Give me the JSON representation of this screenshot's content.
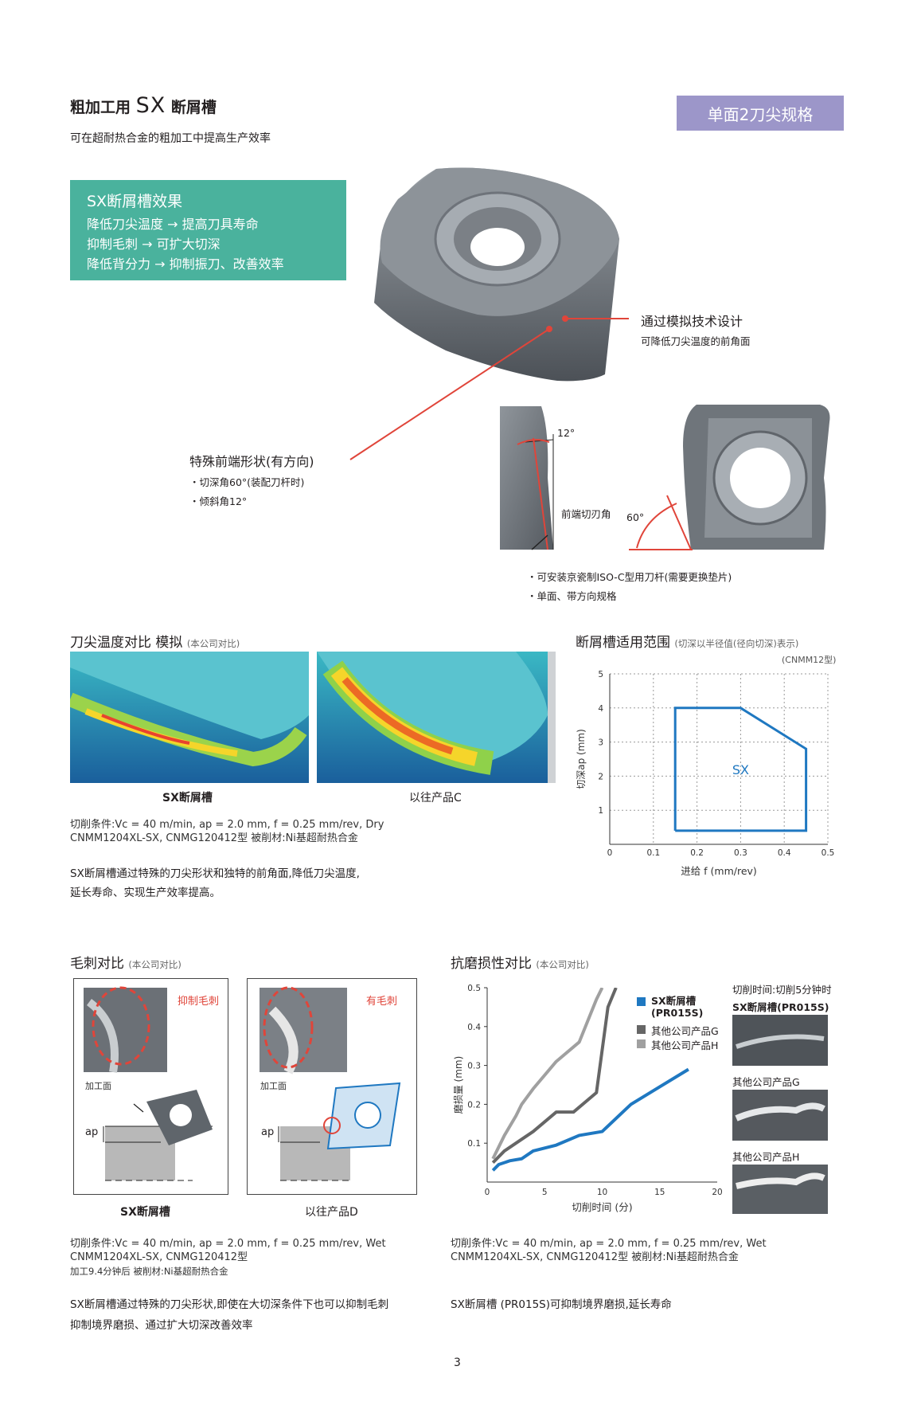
{
  "header": {
    "title_prefix": "粗加工用",
    "title_sx": "SX",
    "title_suffix": "断屑槽",
    "subtitle": "可在超耐热合金的粗加工中提高生产效率",
    "badge": "单面2刀尖规格"
  },
  "effects": {
    "title": "SX断屑槽效果",
    "lines": [
      "降低刀尖温度 → 提高刀具寿命",
      "抑制毛刺 → 可扩大切深",
      "降低背分力 → 抑制振刀、改善效率"
    ]
  },
  "callouts": {
    "sim_title": "通过模拟技术设计",
    "sim_sub": "可降低刀尖温度的前角面",
    "shape_title": "特殊前端形状(有方向)",
    "shape_items": [
      "・切深角60°(装配刀杆时)",
      "・倾斜角12°"
    ],
    "angle_12": "12°",
    "angle_60": "60°",
    "edge_label": "前端切刃角",
    "notes": [
      "・可安装京瓷制ISO-C型用刀杆(需要更换垫片)",
      "・单面、带方向规格"
    ]
  },
  "temp": {
    "title": "刀尖温度对比  模拟",
    "note": "(本公司对比)",
    "label_left": "SX断屑槽",
    "label_right": "以往产品C",
    "cond1": "切削条件:Vc = 40 m/min,  ap = 2.0 mm,   f = 0.25 mm/rev,  Dry",
    "cond2": "CNMM1204XL-SX,  CNMG120412型   被削材:Ni基超耐热合金",
    "desc1": "SX断屑槽通过特殊的刀尖形状和独特的前角面,降低刀尖温度,",
    "desc2": "延长寿命、实现生产效率提高。"
  },
  "burr": {
    "title": "毛刺对比",
    "note": "(本公司对比)",
    "left_tag": "抑制毛刺",
    "right_tag": "有毛刺",
    "workpiece": "加工面",
    "ap": "ap",
    "label_left": "SX断屑槽",
    "label_right": "以往产品D",
    "cond1": "切削条件:Vc = 40 m/min,  ap = 2.0 mm,   f = 0.25 mm/rev,  Wet",
    "cond2": "CNMM1204XL-SX,  CNMG120412型",
    "cond3": "加工9.4分钟后    被削材:Ni基超耐热合金",
    "desc1": "SX断屑槽通过特殊的刀尖形状,即使在大切深条件下也可以抑制毛刺",
    "desc2": "抑制境界磨损、通过扩大切深改善效率"
  },
  "wear": {
    "title": "抗磨损性对比",
    "note": "(本公司对比)",
    "cut_time_note": "切削时间:切削5分钟时",
    "photo_labels": [
      "SX断屑槽(PR015S)",
      "其他公司产品G",
      "其他公司产品H"
    ],
    "cond1": "切削条件:Vc = 40 m/min,  ap = 2.0 mm,   f = 0.25 mm/rev,  Wet",
    "cond2": "CNMM1204XL-SX,  CNMG120412型   被削材:Ni基超耐热合金",
    "desc": "SX断屑槽 (PR015S)可抑制境界磨损,延长寿命"
  },
  "page_number": "3",
  "colors": {
    "accent_red": "#e0453a",
    "blue": "#1f78c1",
    "purple": "#9c96c9",
    "green": "#4ab29d"
  },
  "chart_data": [
    {
      "type": "area",
      "title": "断屑槽适用范围",
      "subtitle": "(切深以半径值(径向切深)表示)",
      "model_note": "(CNMM12型)",
      "xlabel": "进给 f (mm/rev)",
      "ylabel": "切深ap (mm)",
      "xlim": [
        0,
        0.5
      ],
      "ylim": [
        0,
        5
      ],
      "xticks": [
        "0",
        "0.1",
        "0.2",
        "0.3",
        "0.4",
        "0.5"
      ],
      "yticks": [
        "1",
        "2",
        "3",
        "4",
        "5"
      ],
      "grid": true,
      "series": [
        {
          "name": "SX",
          "x": [
            0.15,
            0.15,
            0.3,
            0.45,
            0.45,
            0.15
          ],
          "y": [
            0.4,
            4.0,
            4.0,
            2.8,
            0.4,
            0.4
          ]
        }
      ]
    },
    {
      "type": "line",
      "title": "抗磨损性对比",
      "xlabel": "切削时间 (分)",
      "ylabel": "磨损量 (mm)",
      "xlim": [
        0,
        20
      ],
      "ylim": [
        0,
        0.5
      ],
      "xticks": [
        "0",
        "5",
        "10",
        "15",
        "20"
      ],
      "yticks": [
        "0.1",
        "0.2",
        "0.3",
        "0.4",
        "0.5"
      ],
      "legend": "top-right",
      "series": [
        {
          "name": "SX断屑槽 (PR015S)",
          "color": "#1f78c1",
          "x": [
            0.5,
            1,
            2,
            3,
            4,
            6,
            8,
            10,
            12.5,
            15,
            17.5
          ],
          "y": [
            0.03,
            0.045,
            0.055,
            0.06,
            0.08,
            0.095,
            0.12,
            0.13,
            0.2,
            0.245,
            0.29
          ]
        },
        {
          "name": "其他公司产品G",
          "color": "#666666",
          "x": [
            0.5,
            1.5,
            2.5,
            4,
            6,
            7.5,
            9.5,
            10.5,
            11.2
          ],
          "y": [
            0.05,
            0.08,
            0.1,
            0.13,
            0.18,
            0.18,
            0.23,
            0.45,
            0.5
          ]
        },
        {
          "name": "其他公司产品H",
          "color": "#a0a0a0",
          "x": [
            0.5,
            1.5,
            2.5,
            3,
            4,
            6,
            8,
            9.5,
            10
          ],
          "y": [
            0.06,
            0.12,
            0.17,
            0.2,
            0.24,
            0.31,
            0.36,
            0.47,
            0.5
          ]
        }
      ]
    }
  ]
}
